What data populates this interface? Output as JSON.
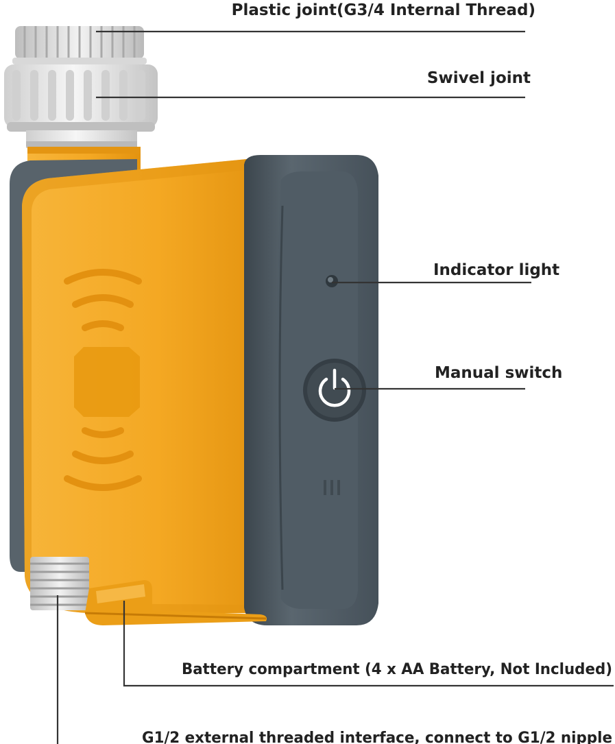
{
  "labels": {
    "plastic_joint": "Plastic joint(G3/4 Internal Thread)",
    "swivel_joint": "Swivel joint",
    "indicator_light": "Indicator light",
    "manual_switch": "Manual switch",
    "battery_compartment": "Battery compartment (4 x AA Battery, Not Included)",
    "external_interface": "G1/2 external threaded interface, connect to G1/2 nipple"
  },
  "colors": {
    "body_orange": "#f4a823",
    "body_orange_dark": "#e08f10",
    "panel_gray": "#4e5a63",
    "panel_gray_dark": "#3a444b",
    "joint_white": "#ececec",
    "joint_shadow": "#c9c9c9",
    "switch_ring": "#ffffff"
  },
  "icons": {
    "switch": "power-icon",
    "body_mark": "wireless-signal-icon"
  }
}
